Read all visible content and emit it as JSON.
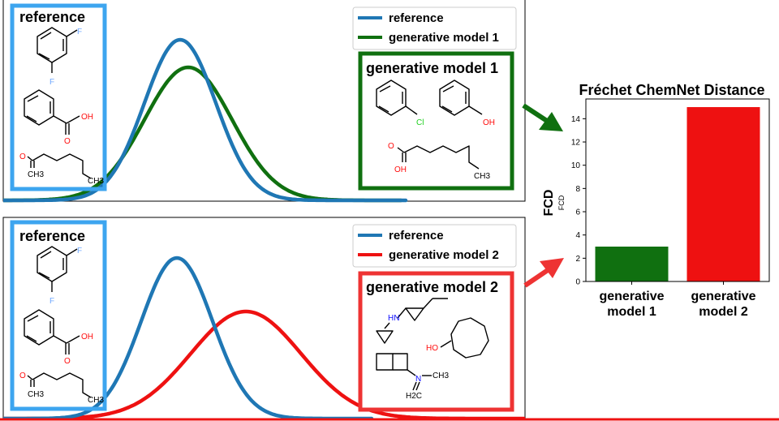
{
  "colors": {
    "reference": "#1f77b4",
    "model1": "#107010",
    "model2": "#ee1111",
    "ref_box": "#3da5ef",
    "fluorine": "#6fa8ff",
    "oxygen": "#ff0d0d",
    "chlorine": "#1fd01f",
    "nitrogen": "#0a0aff"
  },
  "top_panel": {
    "ref_box_title": "reference",
    "model_box_title": "generative model 1",
    "legend": [
      {
        "label": "reference",
        "color": "#1f77b4"
      },
      {
        "label": "generative model 1",
        "color": "#107010"
      }
    ],
    "ref_molecules": {
      "m1_f1": "F",
      "m1_f2": "F",
      "m2_oh": "OH",
      "m2_o": "O",
      "m3_o": "O",
      "m3_ch3a": "CH3",
      "m3_ch3b": "CH3"
    },
    "model_molecules": {
      "cl": "Cl",
      "oh_phenol": "OH",
      "acid_o": "O",
      "acid_oh": "OH",
      "acid_ch3": "CH3"
    }
  },
  "bottom_panel": {
    "ref_box_title": "reference",
    "model_box_title": "generative model 2",
    "legend": [
      {
        "label": "reference",
        "color": "#1f77b4"
      },
      {
        "label": "generative model 2",
        "color": "#ee1111"
      }
    ],
    "ref_molecules": {
      "m1_f1": "F",
      "m1_f2": "F",
      "m2_oh": "OH",
      "m2_o": "O",
      "m3_o": "O",
      "m3_ch3a": "CH3",
      "m3_ch3b": "CH3"
    },
    "model_molecules": {
      "hn": "HN",
      "ho": "HO",
      "n": "N",
      "ch3": "CH3",
      "h2c": "H2C"
    }
  },
  "chart_data": {
    "type": "bar",
    "title": "Fréchet ChemNet Distance",
    "ylabel": "FCD",
    "ylabel_small": "FCD",
    "categories": [
      "generative model 1",
      "generative model 2"
    ],
    "category_lines": [
      [
        "generative",
        "model 1"
      ],
      [
        "generative",
        "model 2"
      ]
    ],
    "values": [
      3,
      15
    ],
    "colors": [
      "#107010",
      "#ee1111"
    ],
    "ylim": [
      0,
      15.7
    ],
    "yticks": [
      0,
      2,
      4,
      6,
      8,
      10,
      12,
      14
    ]
  }
}
